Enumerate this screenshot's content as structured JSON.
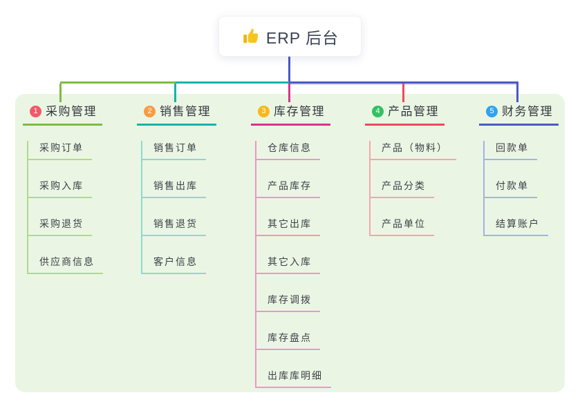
{
  "root": {
    "label": "ERP 后台",
    "icon": "thumbs-up"
  },
  "branches": [
    {
      "badge": "1",
      "label": "采购管理",
      "color": "#7CBB41",
      "light_color": "#AFD98F",
      "badge_color": "#F2596B",
      "items": [
        "采购订单",
        "采购入库",
        "采购退货",
        "供应商信息"
      ]
    },
    {
      "badge": "2",
      "label": "销售管理",
      "color": "#16B3AB",
      "light_color": "#8CD8D1",
      "badge_color": "#FC9B42",
      "items": [
        "销售订单",
        "销售出库",
        "销售退货",
        "客户信息"
      ]
    },
    {
      "badge": "3",
      "label": "库存管理",
      "color": "#D63490",
      "light_color": "#F095C9",
      "badge_color": "#F8B81B",
      "items": [
        "仓库信息",
        "产品库存",
        "其它出库",
        "其它入库",
        "库存调拨",
        "库存盘点",
        "出库库明细"
      ]
    },
    {
      "badge": "4",
      "label": "产品管理",
      "color": "#F0485C",
      "light_color": "#F8A2AC",
      "badge_color": "#33C163",
      "items": [
        "产品（物料）",
        "产品分类",
        "产品单位"
      ]
    },
    {
      "badge": "5",
      "label": "财务管理",
      "color": "#4A58C4",
      "light_color": "#A3B2E6",
      "badge_color": "#2FA3F0",
      "items": [
        "回款单",
        "付款单",
        "结算账户"
      ]
    }
  ],
  "colors": {
    "page_bg": "#FFFFFF",
    "panel_bg": "#EAF6E3",
    "stem": "#4A58C4",
    "text": "#3F3F49",
    "root_text": "#3A4254"
  }
}
